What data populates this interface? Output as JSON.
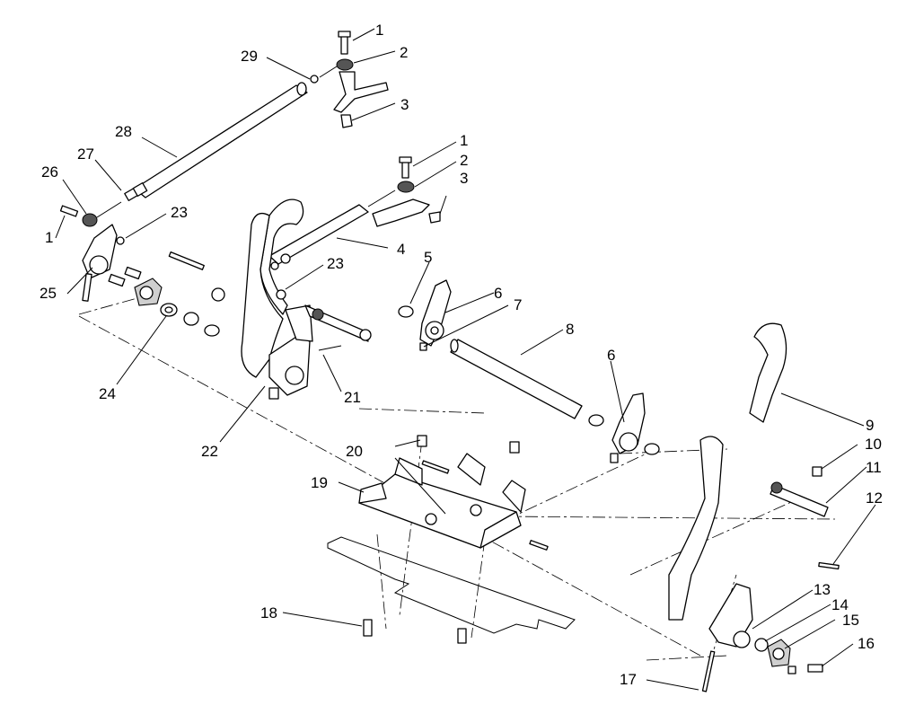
{
  "callouts": [
    {
      "id": "c1a",
      "text": "1"
    },
    {
      "id": "c2a",
      "text": "2"
    },
    {
      "id": "c3a",
      "text": "3"
    },
    {
      "id": "c29",
      "text": "29"
    },
    {
      "id": "c28",
      "text": "28"
    },
    {
      "id": "c27",
      "text": "27"
    },
    {
      "id": "c26",
      "text": "26"
    },
    {
      "id": "c1b",
      "text": "1"
    },
    {
      "id": "c2b",
      "text": "2"
    },
    {
      "id": "c3b",
      "text": "3"
    },
    {
      "id": "c23a",
      "text": "23"
    },
    {
      "id": "c1c",
      "text": "1"
    },
    {
      "id": "c4",
      "text": "4"
    },
    {
      "id": "c23b",
      "text": "23"
    },
    {
      "id": "c5",
      "text": "5"
    },
    {
      "id": "c6a",
      "text": "6"
    },
    {
      "id": "c7",
      "text": "7"
    },
    {
      "id": "c25",
      "text": "25"
    },
    {
      "id": "c8",
      "text": "8"
    },
    {
      "id": "c24",
      "text": "24"
    },
    {
      "id": "c6b",
      "text": "6"
    },
    {
      "id": "c21",
      "text": "21"
    },
    {
      "id": "c9",
      "text": "9"
    },
    {
      "id": "c22",
      "text": "22"
    },
    {
      "id": "c10",
      "text": "10"
    },
    {
      "id": "c20",
      "text": "20"
    },
    {
      "id": "c11",
      "text": "11"
    },
    {
      "id": "c19",
      "text": "19"
    },
    {
      "id": "c12",
      "text": "12"
    },
    {
      "id": "c13",
      "text": "13"
    },
    {
      "id": "c14",
      "text": "14"
    },
    {
      "id": "c18",
      "text": "18"
    },
    {
      "id": "c15",
      "text": "15"
    },
    {
      "id": "c16",
      "text": "16"
    },
    {
      "id": "c17",
      "text": "17"
    }
  ]
}
